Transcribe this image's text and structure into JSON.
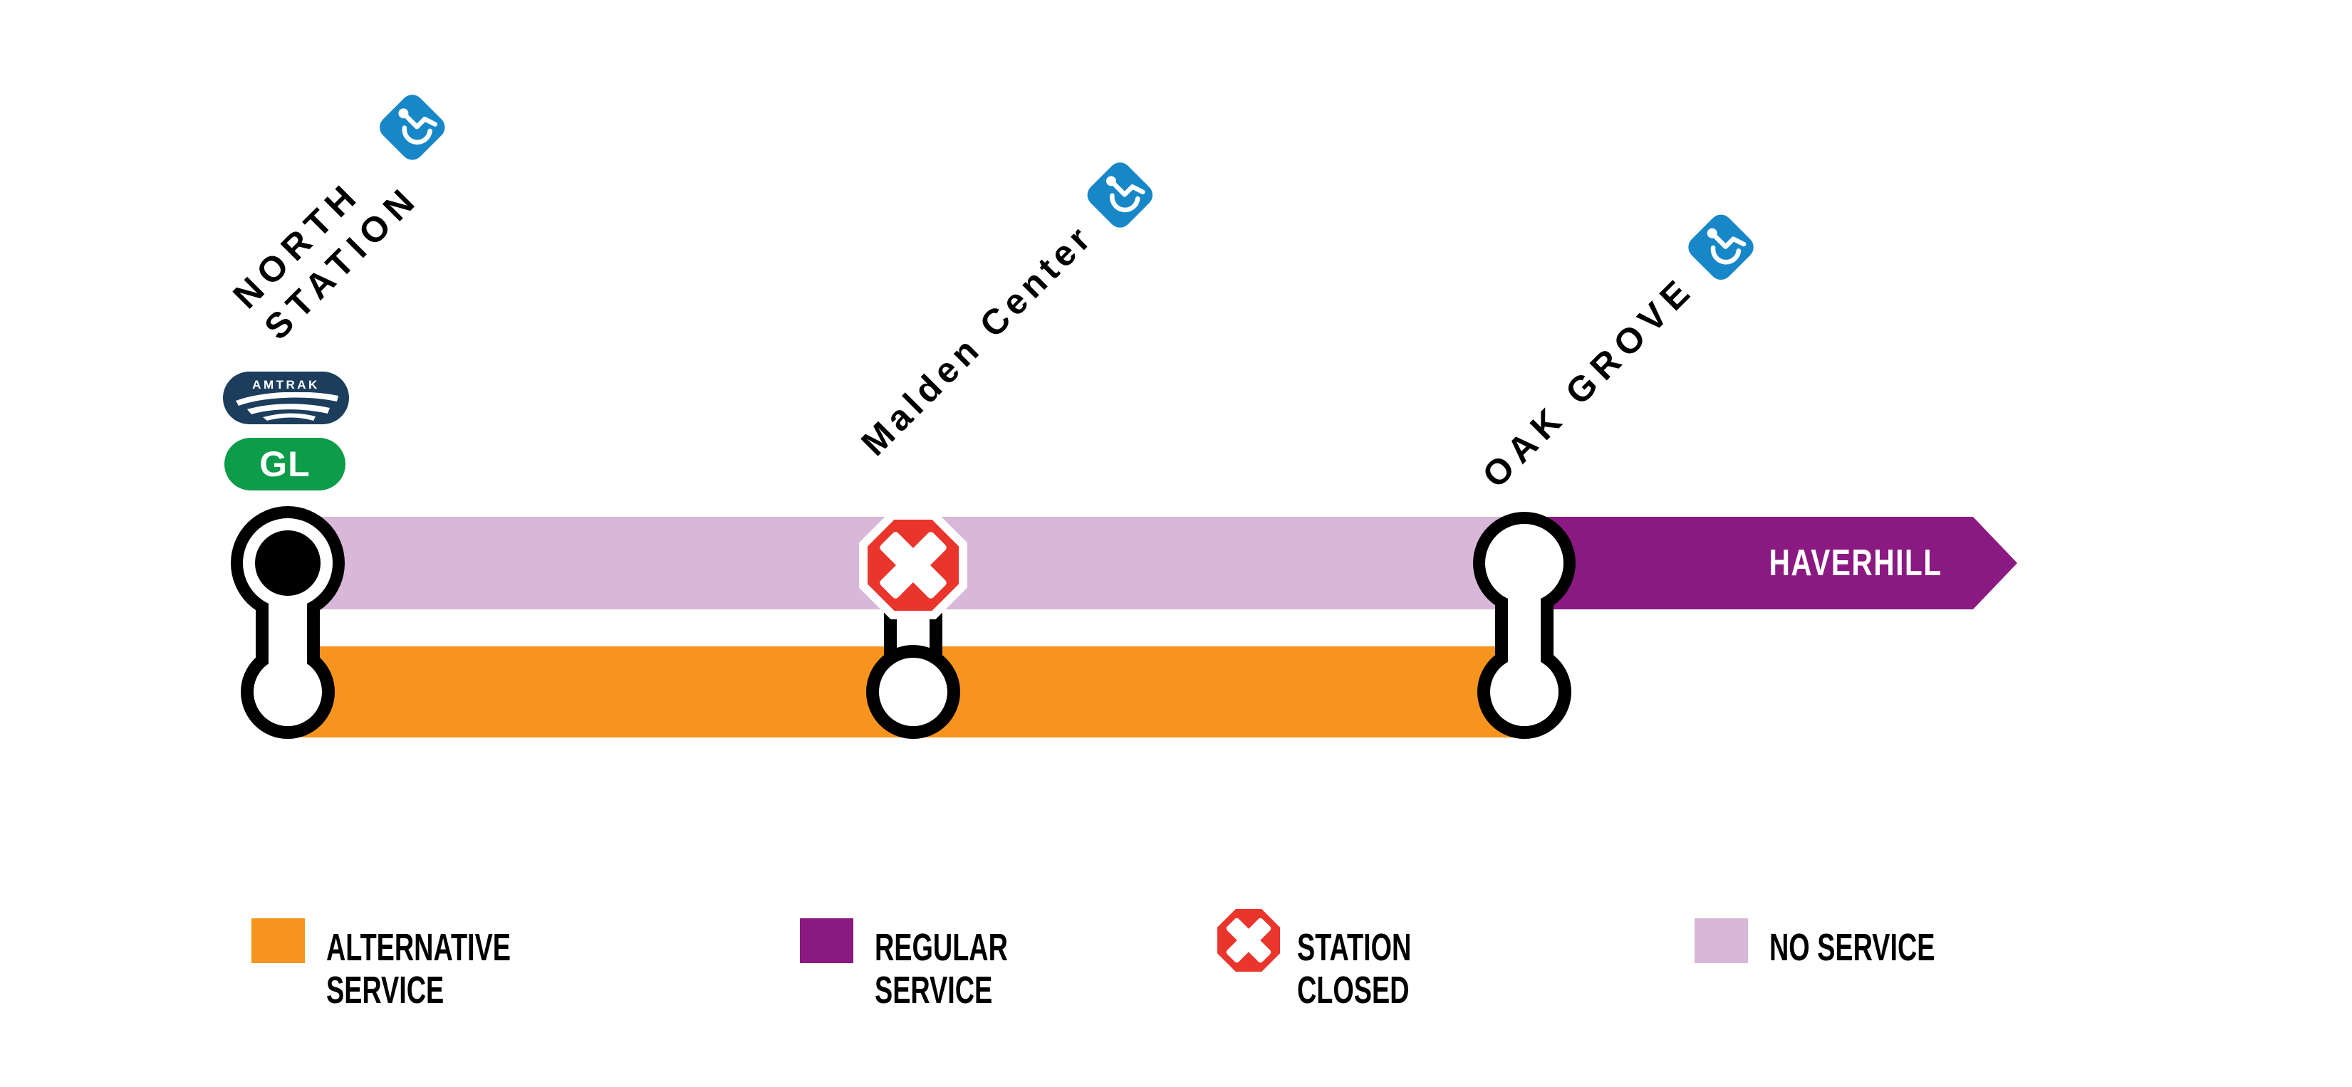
{
  "colors": {
    "orange": "#F7941E",
    "purple": "#8A1A82",
    "lavender": "#D8B7D8",
    "red": "#E9352B",
    "blue": "#1787C8",
    "navy": "#1C3E5C",
    "green": "#0D9C49"
  },
  "diagram": {
    "stations": [
      {
        "name_lines": [
          "NORTH",
          "STATION"
        ],
        "accessible": true,
        "status": "alternative-service-terminal"
      },
      {
        "name_lines": [
          "Malden Center"
        ],
        "accessible": true,
        "status": "station-closed"
      },
      {
        "name_lines": [
          "OAK GROVE"
        ],
        "accessible": true,
        "status": "transfer-to-regular-service"
      }
    ],
    "badges": {
      "amtrak": "AMTRAK",
      "green_line": "GL"
    },
    "destination": {
      "label": "HAVERHILL"
    }
  },
  "legend": {
    "items": [
      {
        "key": "alternative-service",
        "swatch": "orange",
        "lines": [
          "ALTERNATIVE",
          "SERVICE"
        ]
      },
      {
        "key": "regular-service",
        "swatch": "purple",
        "lines": [
          "REGULAR",
          "SERVICE"
        ]
      },
      {
        "key": "station-closed",
        "swatch": "closed-icon",
        "lines": [
          "STATION",
          "CLOSED"
        ]
      },
      {
        "key": "no-service",
        "swatch": "lavender",
        "lines": [
          "NO SERVICE",
          ""
        ]
      }
    ]
  }
}
